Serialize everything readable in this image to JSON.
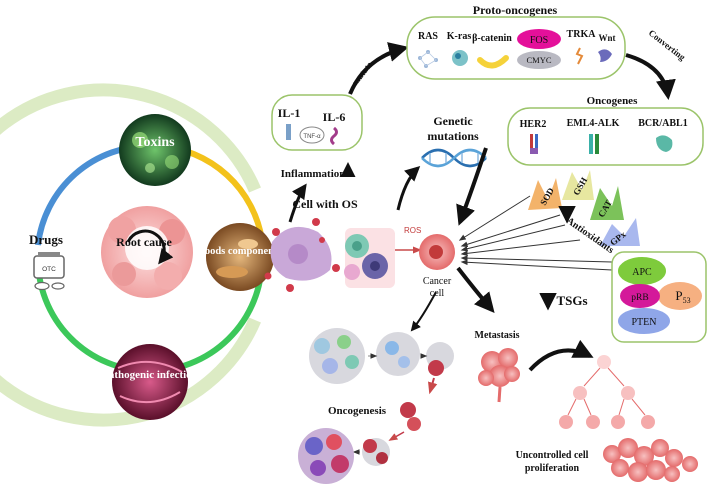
{
  "cycle": {
    "toxins": "Toxins",
    "root_cause": "Root cause",
    "foods_components": "Foods components",
    "pathogenic_infection": "Pathogenic infection",
    "drugs": "Drugs",
    "otc": "OTC"
  },
  "inflammation": {
    "il1": "IL-1",
    "il6": "IL-6",
    "tnf": "TNF-α",
    "label": "Inflammation"
  },
  "mutate": "mutate",
  "proto": {
    "title": "Proto-oncogenes",
    "ras": "RAS",
    "kras": "K-ras",
    "bcat": "β-catenin",
    "fos": "FOS",
    "cmyc": "CMYC",
    "trka": "TRKA",
    "wnt": "Wnt"
  },
  "converting": "Converting",
  "onco": {
    "title": "Oncogenes",
    "her2": "HER2",
    "eml4": "EML4-ALK",
    "bcr": "BCR/ABL1"
  },
  "genetic": {
    "line1": "Genetic",
    "line2": "mutations"
  },
  "cell_os": "Cell with OS",
  "ros": "ROS",
  "cancer_cell": {
    "line1": "Cancer",
    "line2": "cell"
  },
  "antioxidants": {
    "label": "Antioxidants",
    "sod": "SOD",
    "gsh": "GSH",
    "cat": "CAT",
    "gpx": "GPx"
  },
  "tsg": {
    "label": "TSGs",
    "apc": "APC",
    "prb": "pRB",
    "p53": "P",
    "p53_sub": "53",
    "pten": "PTEN"
  },
  "metastasis": "Metastasis",
  "oncogenesis": "Oncogenesis",
  "uncontrolled": {
    "line1": "Uncontrolled cell",
    "line2": "proliferation"
  },
  "colors": {
    "ring_blue": "#4a8fd4",
    "ring_yellow": "#f3c21b",
    "ring_green": "#3cc85a",
    "frame_green": "#dcebc4",
    "fos_magenta": "#e4109a",
    "apc_green": "#7ecb3c",
    "prb_magenta": "#d4199a",
    "p53_orange": "#f6b081",
    "pten_blue": "#8fa6e8"
  }
}
